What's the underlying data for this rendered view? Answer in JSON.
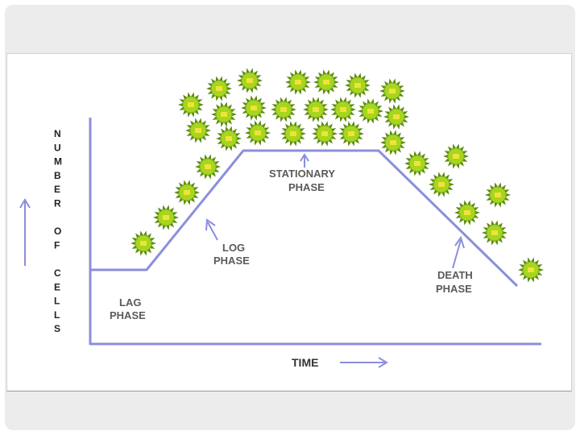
{
  "colors": {
    "curve": "#8b8fdc",
    "arrow": "#8b8fdc",
    "cell_fill": "#a6d61e",
    "cell_spike": "#5c8a12",
    "cell_center": "#f1e23a"
  },
  "icons": {
    "cell": "bacterial-cell-icon"
  },
  "diagram": {
    "y_axis_letters": [
      "N",
      "U",
      "M",
      "B",
      "E",
      "R",
      "",
      "O",
      "F",
      "",
      "C",
      "E",
      "L",
      "L",
      "S"
    ],
    "x_axis_label": "TIME",
    "phases": {
      "lag": [
        "LAG",
        "PHASE"
      ],
      "log": [
        "LOG",
        "PHASE"
      ],
      "stationary": [
        "STATIONARY",
        "PHASE"
      ],
      "death": [
        "DEATH",
        "PHASE"
      ]
    }
  }
}
